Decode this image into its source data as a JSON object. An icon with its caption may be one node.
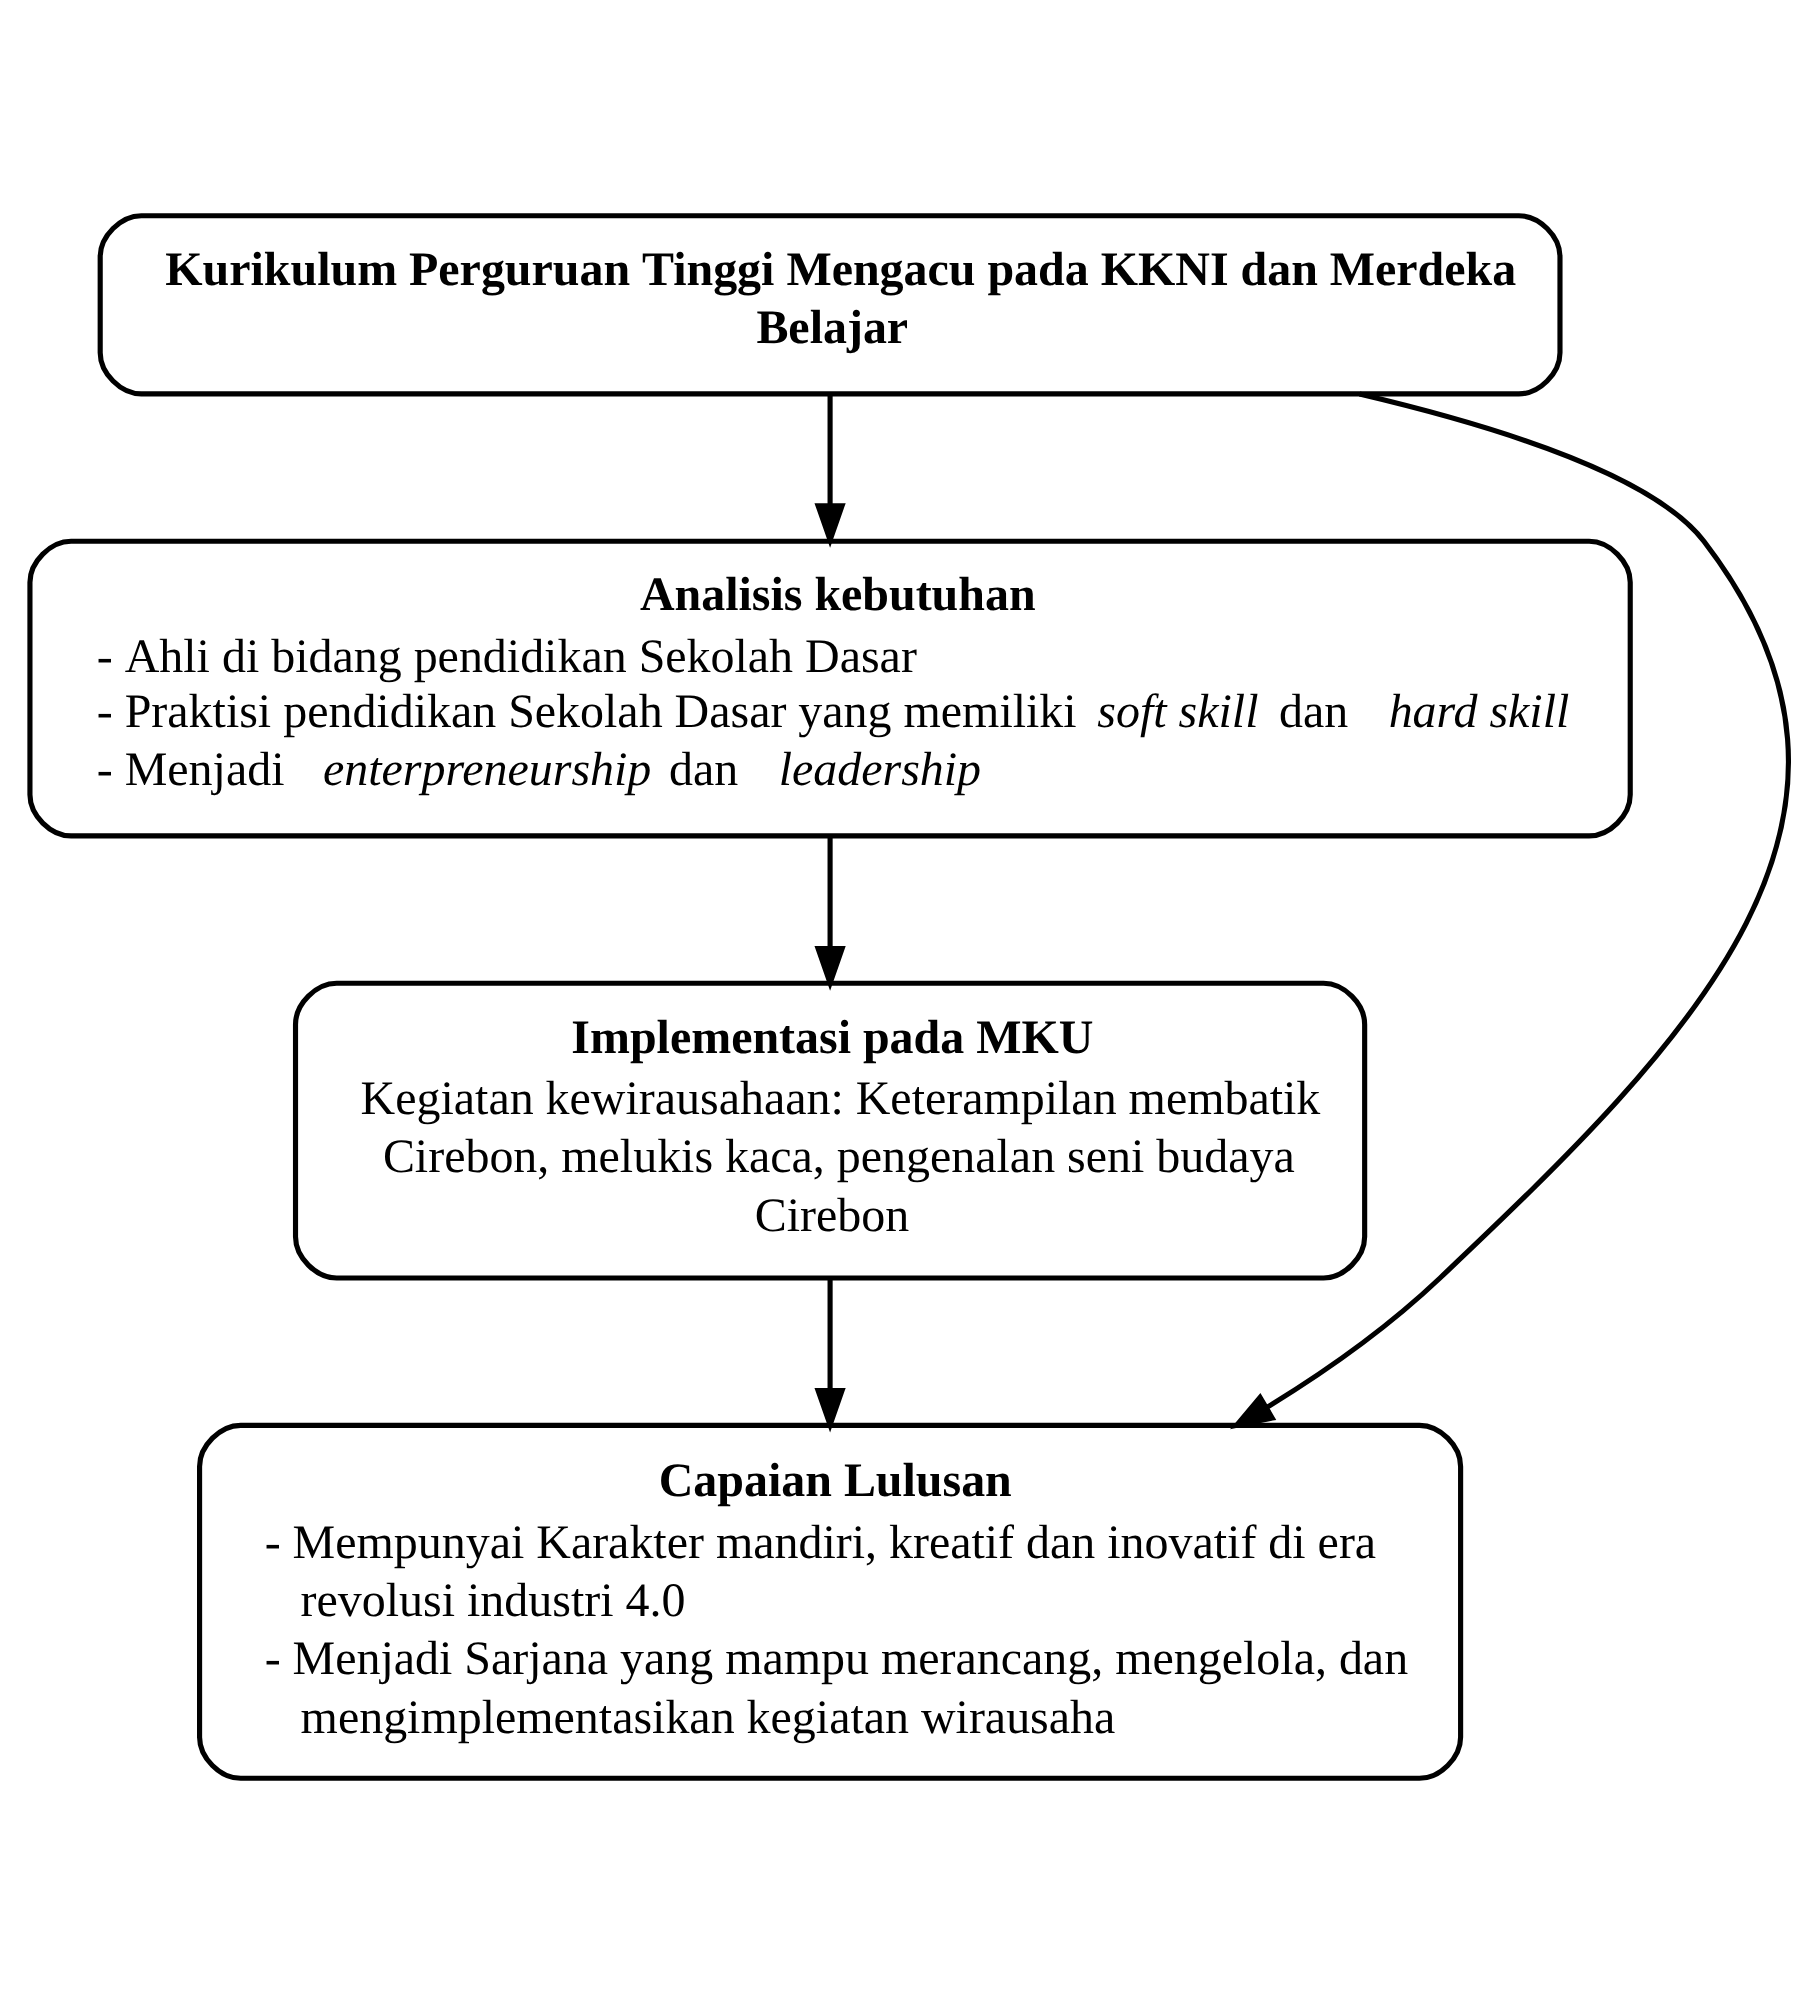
{
  "diagram": {
    "nodes": [
      {
        "text": [
          "Kurikulum Perguruan Tinggi Mengacu pada KKNI dan Merdeka Belajar"
        ]
      },
      {
        "text": [
          "Analisis kebutuhan",
          "- Ahli di bidang pendidikan Sekolah Dasar",
          "- Praktisi pendidikan Sekolah Dasar yang memiliki *soft skill* dan *hard skill*",
          "- Menjadi *enterpreneurship* dan *leadership*"
        ]
      },
      {
        "text": [
          "Implementasi pada MKU",
          "Kegiatan kewirausahaan: Keterampilan membatik Cirebon, melukis kaca, pengenalan seni budaya Cirebon"
        ]
      },
      {
        "text": [
          "Capaian Lulusan",
          "- Mempunyai Karakter mandiri, kreatif dan inovatif di era revolusi industri 4.0",
          "- Menjadi Sarjana yang mampu merancang, mengelola, dan mengimplementasikan kegiatan wirausaha"
        ]
      }
    ],
    "edges": [
      {
        "from": 0,
        "to": 1,
        "arrow": "to"
      },
      {
        "from": 1,
        "to": 2,
        "arrow": "to"
      },
      {
        "from": 2,
        "to": 3,
        "arrow": "to"
      },
      {
        "from": 0,
        "to": 3,
        "arrow": "to"
      }
    ]
  }
}
